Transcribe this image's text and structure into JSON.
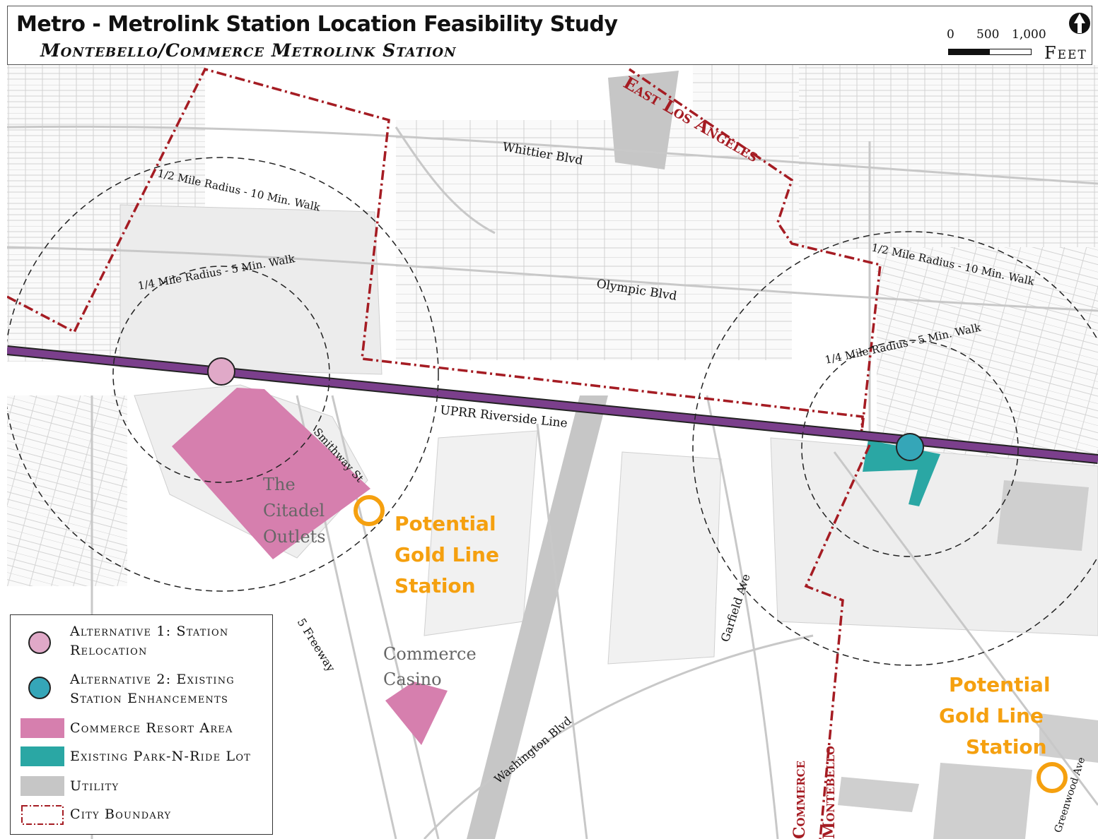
{
  "header": {
    "title": "Metro - Metrolink Station Location Feasibility Study",
    "subtitle": "Montebello/Commerce Metrolink Station",
    "scale": {
      "ticks": [
        "0",
        "500",
        "1,000"
      ],
      "unit": "Feet"
    }
  },
  "map_labels": {
    "whittier": "Whittier Blvd",
    "olympic": "Olympic Blvd",
    "uprr": "UPRR Riverside Line",
    "smithway": "Smithway St",
    "freeway": "5 Freeway",
    "washington": "Washington Blvd",
    "garfield": "Garfield Ave",
    "greenwood": "Greenwood Ave",
    "east_la": "East Los Angeles",
    "commerce": "Commerce",
    "montebello": "Montebello",
    "half_mile_1": "1/2 Mile Radius - 10 Min. Walk",
    "quarter_mile_1": "1/4 Mile Radius - 5 Min. Walk",
    "half_mile_2": "1/2 Mile Radius - 10 Min. Walk",
    "quarter_mile_2": "1/4 Mile Radius - 5 Min. Walk",
    "citadel_1": "The",
    "citadel_2": "Citadel",
    "citadel_3": "Outlets",
    "casino_1": "Commerce",
    "casino_2": "Casino",
    "gold1_1": "Potential",
    "gold1_2": "Gold Line",
    "gold1_3": "Station",
    "gold2_1": "Potential",
    "gold2_2": "Gold Line",
    "gold2_3": "Station"
  },
  "legend": {
    "items": [
      {
        "line1": "Alternative 1: Station",
        "line2": "Relocation"
      },
      {
        "line1": "Alternative 2: Existing",
        "line2": "Station Enhancements"
      },
      {
        "line1": "Commerce Resort Area"
      },
      {
        "line1": "Existing Park-N-Ride Lot"
      },
      {
        "line1": "Utility"
      },
      {
        "line1": "City Boundary"
      }
    ]
  },
  "colors": {
    "rail": "#7b3f8c",
    "alt1": "#e0a9c8",
    "alt2": "#35a6b8",
    "resort": "#d67fae",
    "parknride": "#2aa7a4",
    "utility": "#c6c6c6",
    "boundary": "#a51c23",
    "gold": "#f5a00f",
    "street": "#c8c8c8"
  }
}
